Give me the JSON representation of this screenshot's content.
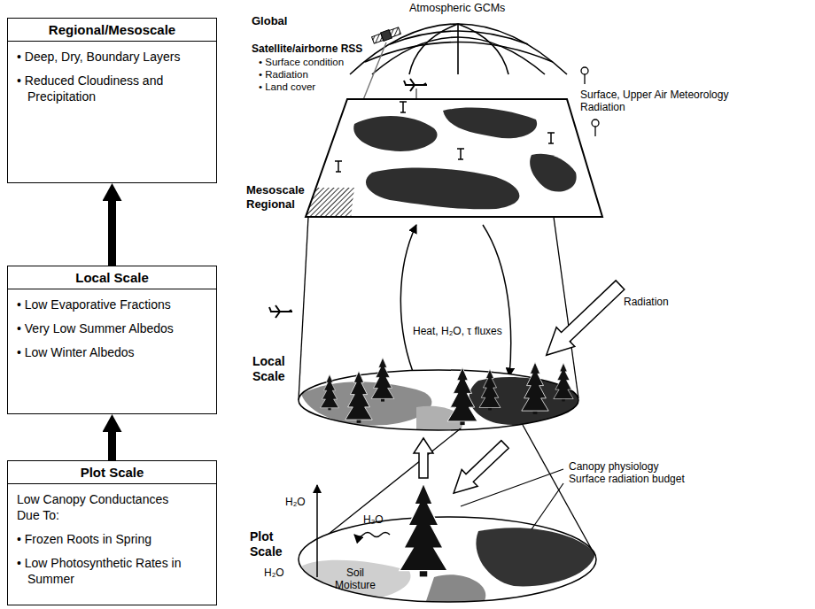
{
  "diagram": {
    "nodes": [
      {
        "text": [
          "Regional/Mesoscale",
          "• Deep, Dry, Boundary Layers",
          "• Reduced Cloudiness and Precipitation"
        ]
      },
      {
        "text": [
          "Local Scale",
          "• Low Evaporative Fractions",
          "• Very Low Summer Albedos",
          "• Low Winter Albedos"
        ]
      },
      {
        "text": [
          "Plot Scale",
          "Low Canopy Conductances Due To:",
          "• Frozen Roots in Spring",
          "• Low Photosynthetic Rates in Summer"
        ]
      }
    ],
    "edges": [
      {
        "from": 2,
        "to": 1,
        "arrow": "to"
      },
      {
        "from": 1,
        "to": 0,
        "arrow": "to"
      }
    ],
    "labels": [
      "Atmospheric GCMs",
      "Global",
      "Satellite/airborne RSS",
      "• Surface condition",
      "• Radiation",
      "• Land cover",
      "Surface, Upper Air Meteorology Radiation",
      "Mesoscale Regional",
      "Heat, H₂O, τ fluxes",
      "Radiation",
      "Local Scale",
      "Canopy physiology Surface radiation budget",
      "H₂O",
      "H₂O",
      "Plot Scale",
      "H₂O",
      "Soil Moisture"
    ]
  }
}
